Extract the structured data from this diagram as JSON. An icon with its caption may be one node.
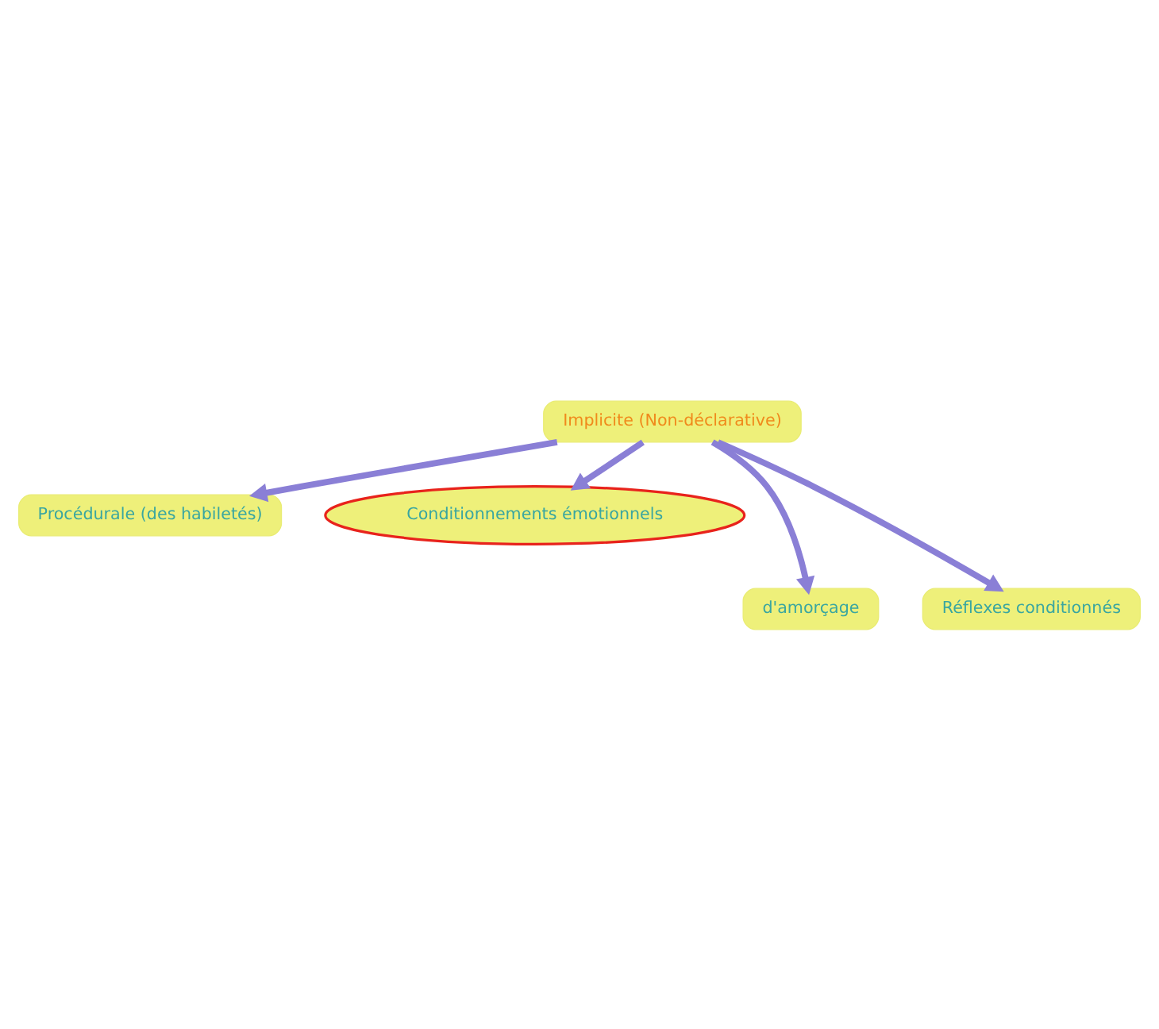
{
  "diagram": {
    "nodes": [
      {
        "text": [
          "Implicite (Non-déclarative)"
        ]
      },
      {
        "text": [
          "Procédurale (des habiletés)"
        ]
      },
      {
        "text": [
          "Conditionnements émotionnels"
        ]
      },
      {
        "text": [
          "d'amorçage"
        ]
      },
      {
        "text": [
          "Réflexes conditionnés"
        ]
      }
    ],
    "edges": [
      {
        "from": 0,
        "to": 1,
        "arrow": "to"
      },
      {
        "from": 0,
        "to": 2,
        "arrow": "to"
      },
      {
        "from": 0,
        "to": 3,
        "arrow": "to"
      },
      {
        "from": 0,
        "to": 4,
        "arrow": "to"
      }
    ]
  }
}
